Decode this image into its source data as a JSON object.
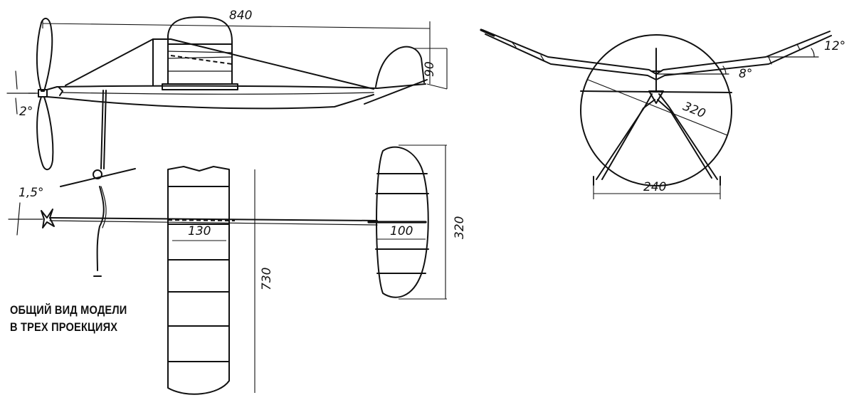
{
  "caption": {
    "line1": "ОБЩИЙ ВИД МОДЕЛИ",
    "line2": "В ТРЕХ ПРОЕКЦИЯХ"
  },
  "side_view": {
    "length_label": "840",
    "stab_height_label": "90",
    "thrust_angle_label": "2°"
  },
  "top_view": {
    "side_thrust_label": "1,5°",
    "wing_chord_label": "130",
    "wing_span_label": "730",
    "stab_chord_label": "100",
    "stab_span_label": "320"
  },
  "front_view": {
    "tip_dihedral_label": "12°",
    "center_dihedral_label": "8°",
    "prop_diameter_label": "320",
    "gear_track_label": "240"
  }
}
